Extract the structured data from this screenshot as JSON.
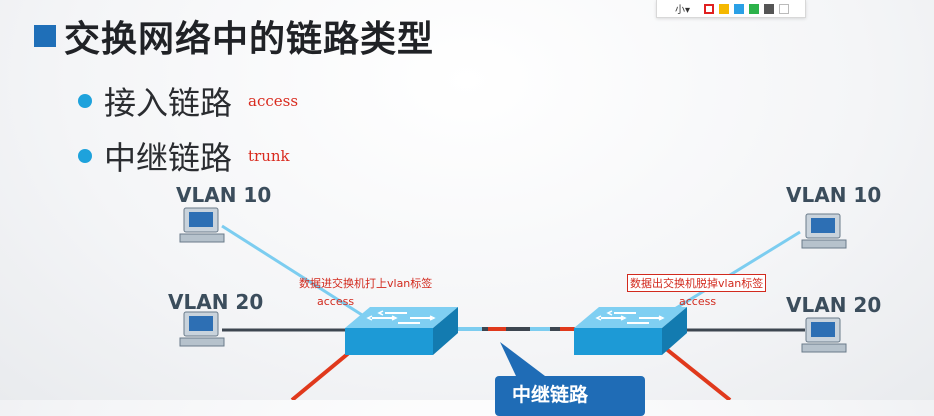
{
  "slide": {
    "title": "交换网络中的链路类型",
    "bullets": [
      {
        "text": "接入链路",
        "en": "access"
      },
      {
        "text": "中继链路",
        "en": "trunk"
      }
    ]
  },
  "toolbar": {
    "size_label": "小▾",
    "colors": [
      "#e02020",
      "#f5b800",
      "#2aa0e6",
      "#2cb24a",
      "#555555",
      "#ffffff"
    ]
  },
  "diagram": {
    "vlan_top_left": "VLAN 10",
    "vlan_mid_left": "VLAN 20",
    "vlan_top_right": "VLAN 10",
    "vlan_mid_right": "VLAN 20",
    "note_left": "数据进交换机打上vlan标签",
    "note_left_link": "access",
    "note_right": "数据出交换机脱掉vlan标签",
    "note_right_link": "access",
    "callout": "中继链路",
    "colors": {
      "vlan10": "#7ccdf0",
      "vlan20": "#3d4650",
      "red": "#e0391c",
      "switch": "#1d9ad6"
    }
  }
}
